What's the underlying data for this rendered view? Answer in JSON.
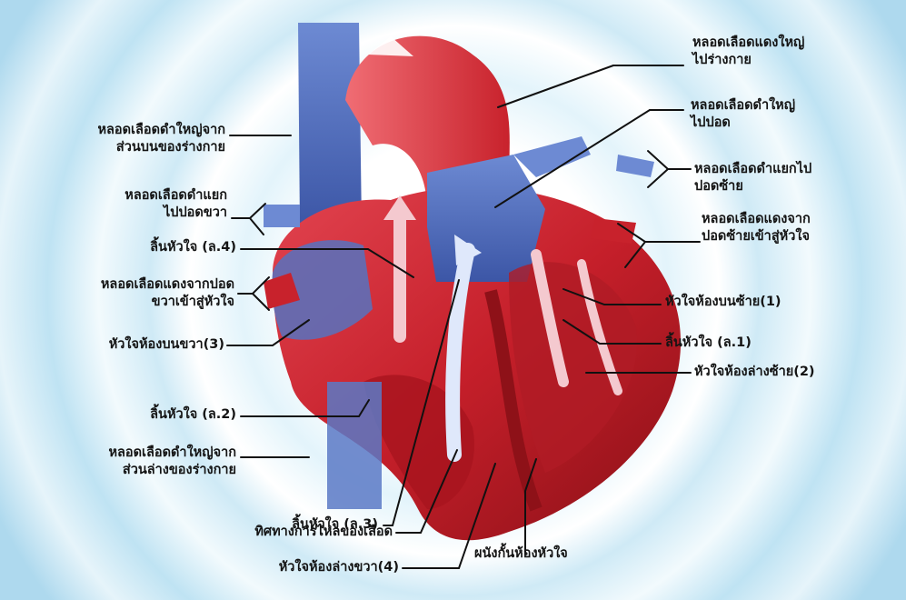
{
  "labels": {
    "aorta": [
      "หลอดเลือดแดงใหญ่",
      "ไปร่างกาย"
    ],
    "pulmonary_artery": [
      "หลอดเลือดดำใหญ่",
      "ไปปอด"
    ],
    "left_pulmonary_branch": [
      "หลอดเลือดดำแยกไป",
      "ปอดซ้าย"
    ],
    "left_pulmonary_veins": [
      "หลอดเลือดแดงจาก",
      "ปอดซ้ายเข้าสู่หัวใจ"
    ],
    "left_atrium": "หัวใจห้องบนซ้าย(1)",
    "valve_1": "ลิ้นหัวใจ (ล.1)",
    "left_ventricle": "หัวใจห้องล่างซ้าย(2)",
    "superior_vena_cava": [
      "หลอดเลือดดำใหญ่จาก",
      "ส่วนบนของร่างกาย"
    ],
    "right_pulmonary_branch": [
      "หลอดเลือดดำแยก",
      "ไปปอดขวา"
    ],
    "valve_4": "ลิ้นหัวใจ (ล.4)",
    "right_pulmonary_veins": [
      "หลอดเลือดแดงจากปอด",
      "ขวาเข้าสู่หัวใจ"
    ],
    "right_atrium": "หัวใจห้องบนขวา(3)",
    "valve_2": "ลิ้นหัวใจ (ล.2)",
    "inferior_vena_cava": [
      "หลอดเลือดดำใหญ่จาก",
      "ส่วนล่างของร่างกาย"
    ],
    "valve_3": "ลิ้นหัวใจ (ล.3)",
    "blood_flow": "ทิศทางการไหลของเลือด",
    "right_ventricle": "หัวใจห้องล่างขวา(4)",
    "septum": "ผนังกั้นห้องหัวใจ"
  },
  "colors": {
    "background_center": "#ffffff",
    "background_ring": "#bfe3f3",
    "heart_red": "#c8222c",
    "heart_dark_red": "#8e1118",
    "vein_blue": "#5a79c6",
    "vein_dark_blue": "#3a4f9a",
    "flow_arrow": "#f4c9cf",
    "label_text": "#141414"
  }
}
